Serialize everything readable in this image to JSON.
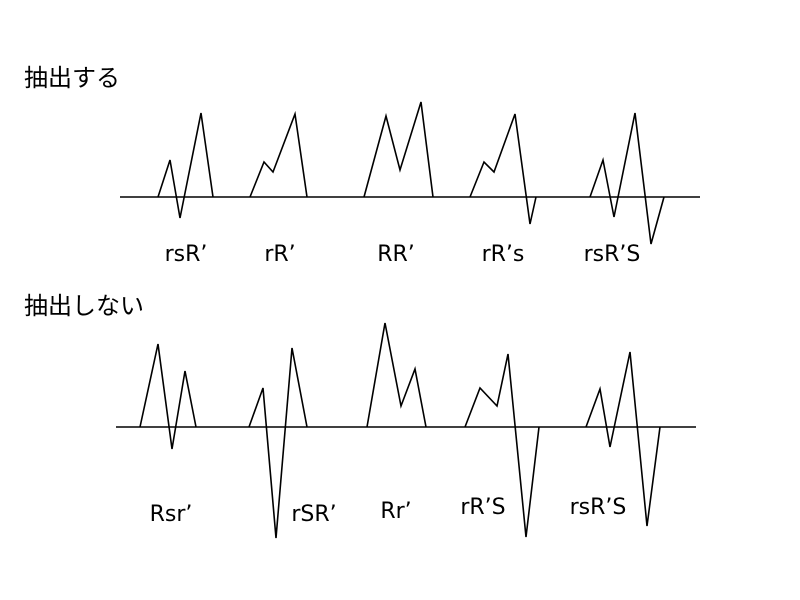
{
  "sections": {
    "extract": {
      "title": "抽出する",
      "labels": [
        "rsR’",
        "rR’",
        "RR’",
        "rR’s",
        "rsR’S"
      ]
    },
    "no_extract": {
      "title": "抽出しない",
      "labels": [
        "Rsr’",
        "rSR’",
        "Rr’",
        "rR’S",
        "rsR’S"
      ]
    }
  },
  "colors": {
    "line": "#000000",
    "background": "#ffffff"
  }
}
